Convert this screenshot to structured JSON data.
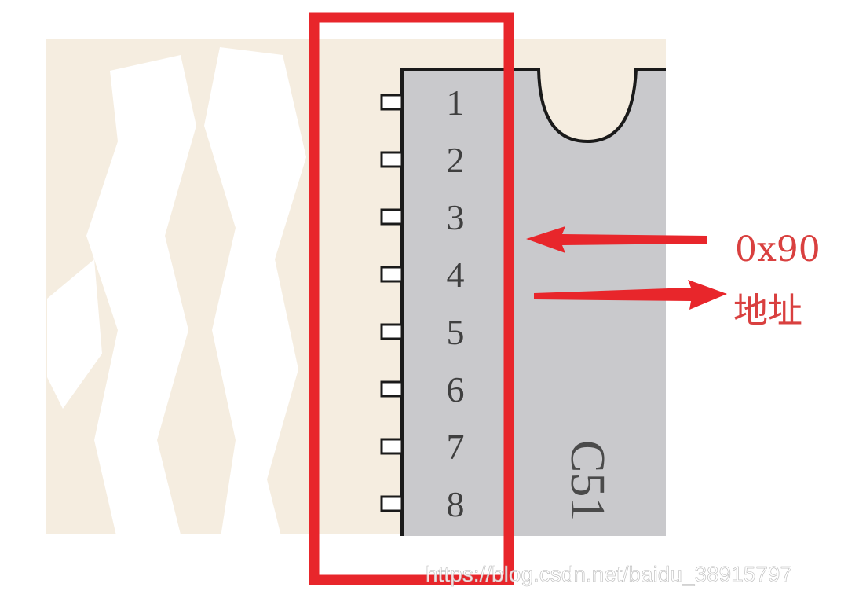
{
  "diagram": {
    "pins": [
      "1",
      "2",
      "3",
      "4",
      "5",
      "6",
      "7",
      "8"
    ],
    "chip_label": "C51",
    "annotation_value": "0x90",
    "annotation_text": "地址",
    "watermark": "https://blog.csdn.net/baidu_38915797"
  },
  "colors": {
    "highlight": "#e8262b",
    "annotation": "#d9403f",
    "chip_body": "#c9c9cc",
    "chip_outline": "#1a1a1a",
    "background_tint": "#f5ede0"
  }
}
